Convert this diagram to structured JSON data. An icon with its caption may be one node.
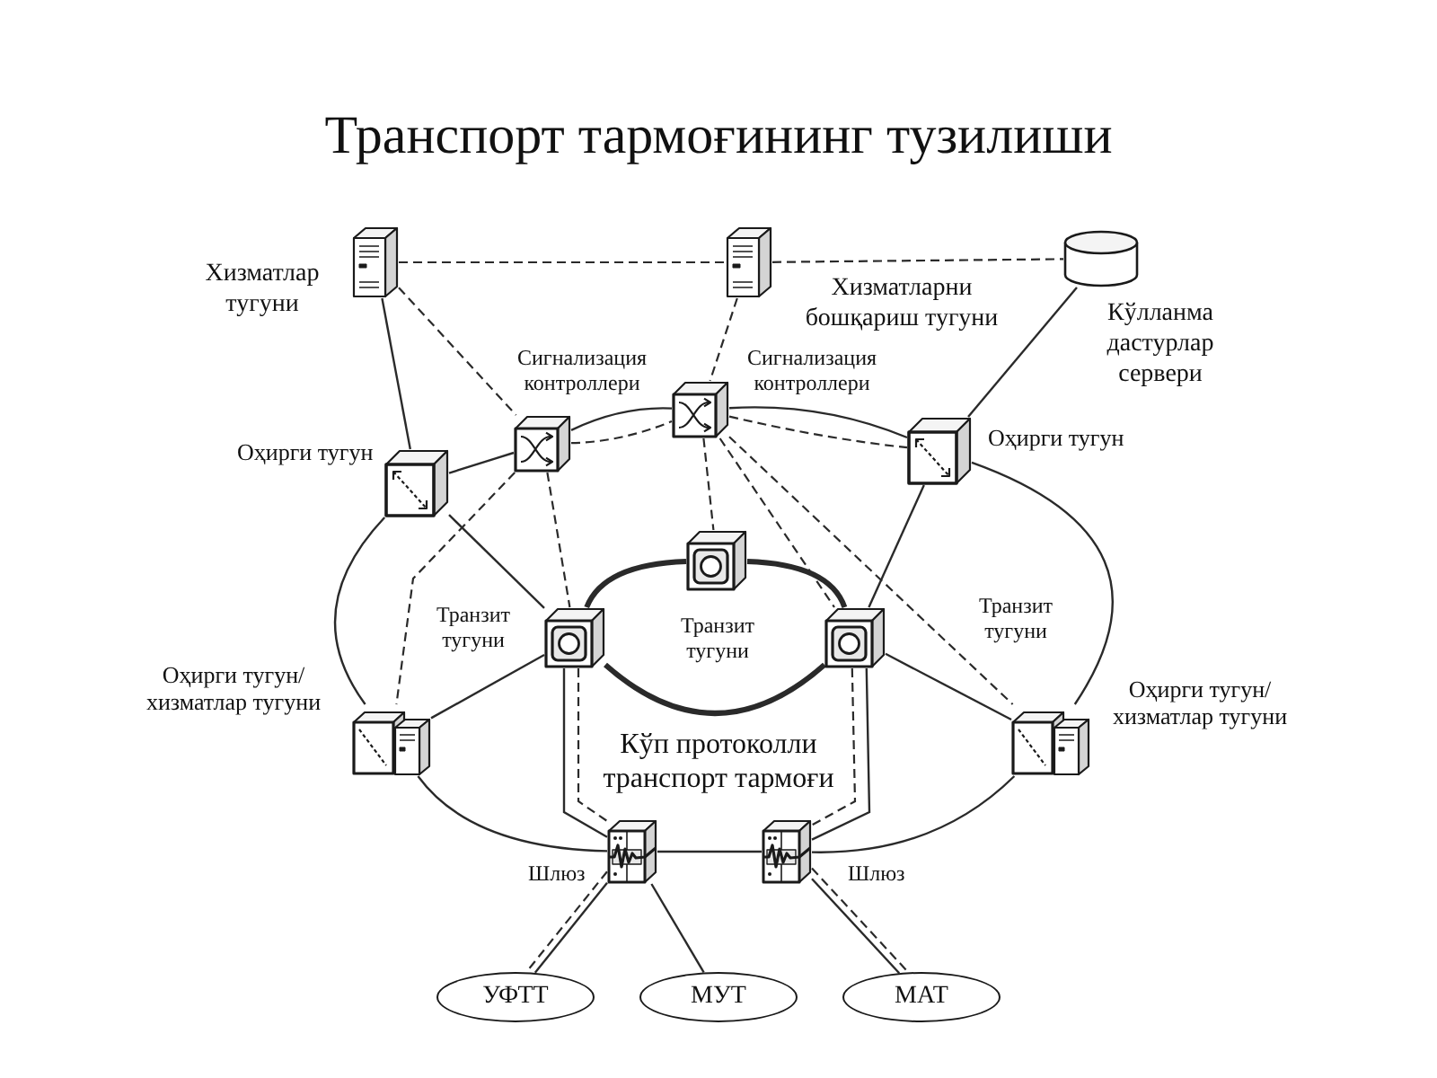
{
  "diagram": {
    "title": "Транспорт тармоғининг тузилиши",
    "nodes": [
      {
        "text": [],
        "shape": "picture",
        "beside": [
          "Хизматлар тугуни"
        ]
      },
      {
        "text": [],
        "shape": "picture",
        "beside": [
          "Хизматларни бошқариш тугуни"
        ]
      },
      {
        "text": [],
        "shape": "cylinder",
        "beside": [
          "Кўлланма дастурлар сервери"
        ]
      },
      {
        "text": [],
        "shape": "picture",
        "beside": [
          "Сигнализация контроллери"
        ]
      },
      {
        "text": [],
        "shape": "picture",
        "beside": [
          "Сигнализация контроллери"
        ]
      },
      {
        "text": [],
        "shape": "picture",
        "beside": [
          "Оҳирги тугун"
        ]
      },
      {
        "text": [],
        "shape": "picture",
        "beside": [
          "Оҳирги тугун"
        ]
      },
      {
        "text": [],
        "shape": "picture",
        "beside": [
          "Транзит тугуни"
        ]
      },
      {
        "text": [],
        "shape": "picture",
        "beside": [
          "Транзит тугуни"
        ]
      },
      {
        "text": [],
        "shape": "picture"
      },
      {
        "text": [],
        "shape": "picture",
        "beside": [
          "Оҳирги тугун/ хизматлар тугуни"
        ]
      },
      {
        "text": [],
        "shape": "picture",
        "beside": [
          "Оҳирги тугун/ хизматлар тугуни"
        ]
      },
      {
        "text": [],
        "shape": "picture",
        "beside": [
          "Шлюз"
        ]
      },
      {
        "text": [],
        "shape": "picture",
        "beside": [
          "Шлюз"
        ]
      },
      {
        "text": [
          "УФТТ"
        ]
      },
      {
        "text": [
          "МУТ"
        ]
      },
      {
        "text": [
          "МАТ"
        ]
      }
    ],
    "edges": [
      {
        "from": 0,
        "to": 1,
        "arrow": "none",
        "style": "dashed"
      },
      {
        "from": 1,
        "to": 2,
        "arrow": "none",
        "style": "dashed"
      },
      {
        "from": 0,
        "to": 5,
        "arrow": "none"
      },
      {
        "from": 0,
        "to": 3,
        "arrow": "none",
        "style": "dashed"
      },
      {
        "from": 1,
        "to": 4,
        "arrow": "none",
        "style": "dashed"
      },
      {
        "from": 2,
        "to": 6,
        "arrow": "none"
      },
      {
        "from": 5,
        "to": 3,
        "arrow": "none"
      },
      {
        "from": 3,
        "to": 4,
        "arrow": "none"
      },
      {
        "from": 3,
        "to": 4,
        "arrow": "none",
        "style": "dashed"
      },
      {
        "from": 4,
        "to": 6,
        "arrow": "none"
      },
      {
        "from": 4,
        "to": 6,
        "arrow": "none",
        "style": "dashed"
      },
      {
        "from": 6,
        "to": 11,
        "arrow": "none"
      },
      {
        "from": 11,
        "to": 13,
        "arrow": "none"
      },
      {
        "from": 13,
        "to": 12,
        "arrow": "none"
      },
      {
        "from": 12,
        "to": 10,
        "arrow": "none"
      },
      {
        "from": 10,
        "to": 5,
        "arrow": "none"
      },
      {
        "from": 5,
        "to": 8,
        "arrow": "none"
      },
      {
        "from": 10,
        "to": 8,
        "arrow": "none"
      },
      {
        "from": 6,
        "to": 9,
        "arrow": "none"
      },
      {
        "from": 9,
        "to": 11,
        "arrow": "none"
      },
      {
        "from": 8,
        "to": 7,
        "arrow": "none",
        "style": "thick"
      },
      {
        "from": 7,
        "to": 9,
        "arrow": "none",
        "style": "thick"
      },
      {
        "from": 9,
        "to": 8,
        "arrow": "none",
        "style": "thick"
      },
      {
        "from": 3,
        "to": 10,
        "arrow": "none",
        "style": "dashed"
      },
      {
        "from": 3,
        "to": 8,
        "arrow": "none",
        "style": "dashed"
      },
      {
        "from": 4,
        "to": 7,
        "arrow": "none",
        "style": "dashed"
      },
      {
        "from": 4,
        "to": 9,
        "arrow": "none",
        "style": "dashed"
      },
      {
        "from": 4,
        "to": 11,
        "arrow": "none",
        "style": "dashed"
      },
      {
        "from": 8,
        "to": 12,
        "arrow": "none"
      },
      {
        "from": 8,
        "to": 12,
        "arrow": "none",
        "style": "dashed"
      },
      {
        "from": 9,
        "to": 13,
        "arrow": "none"
      },
      {
        "from": 9,
        "to": 13,
        "arrow": "none",
        "style": "dashed"
      },
      {
        "from": 12,
        "to": 14,
        "arrow": "none"
      },
      {
        "from": 12,
        "to": 14,
        "arrow": "none",
        "style": "dashed"
      },
      {
        "from": 12,
        "to": 15,
        "arrow": "none"
      },
      {
        "from": 13,
        "to": 16,
        "arrow": "none"
      },
      {
        "from": 13,
        "to": 16,
        "arrow": "none",
        "style": "dashed"
      }
    ],
    "labels": [
      "Транзит тугуни",
      "Кўп протоколли транспорт тармоғи"
    ]
  }
}
